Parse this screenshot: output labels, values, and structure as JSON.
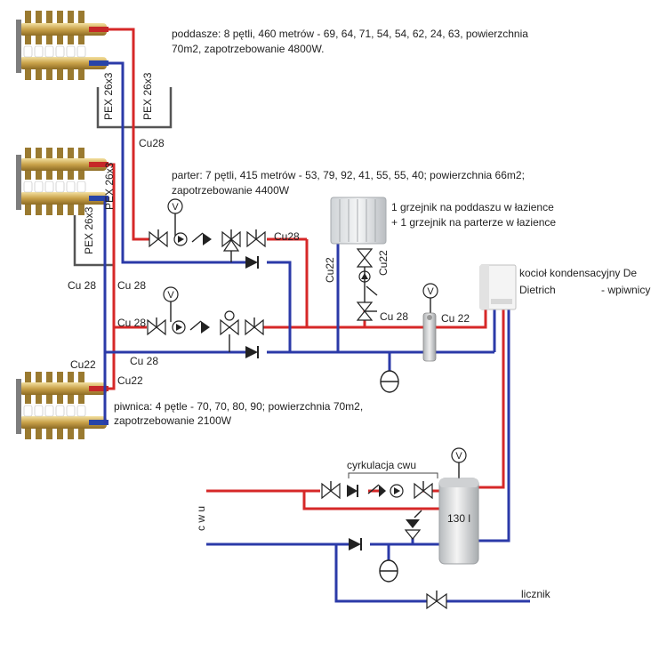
{
  "colors": {
    "supply": "#d62828",
    "return": "#2b3aa8",
    "wall": "#555555"
  },
  "labels": {
    "poddasze": [
      "poddasze: 8 pętli, 460 metrów - 69, 64, 71, 54, 54, 62, 24, 63, powierzchnia",
      "70m2, zapotrzebowanie 4800W."
    ],
    "parter": [
      "parter: 7 pętli, 415 metrów - 53, 79, 92, 41, 55, 55, 40; powierzchnia 66m2;",
      "zapotrzebowanie 4400W"
    ],
    "piwnica": [
      "piwnica: 4 pętle - 70, 70, 80, 90; powierzchnia 70m2,",
      "zapotrzebowanie 2100W"
    ],
    "grzejniki": [
      "1 grzejnik na poddaszu w łazience",
      "+ 1 grzejnik na parterze w łazience"
    ],
    "kociol_line1": "kocioł kondensacyjny De",
    "kociol_line2a": "Dietrich",
    "kociol_line2b": "- wpiwnicy",
    "pex_a": "PEX 26x3",
    "pex_b": "PEX 26x3",
    "pex_c": "PEX 26x3",
    "pex_d": "PEX 26x3",
    "cu28_top": "Cu28",
    "cu28_pump1": "Cu28",
    "cu28_left": "Cu 28",
    "cu28_mid": "Cu 28",
    "cu28_pump2": "Cu 28",
    "cu28_ret2": "Cu 28",
    "cu28_sep": "Cu 28",
    "cu22_vert": "Cu22",
    "cu22_rad": "Cu22",
    "cu22_sep": "Cu 22",
    "cu22_low1": "Cu22",
    "cu22_low2": "Cu22",
    "cyrkulacja": "cyrkulacja cwu",
    "cwu": "c w u",
    "tank": "130 l",
    "licznik": "licznik",
    "gauge": "V"
  }
}
